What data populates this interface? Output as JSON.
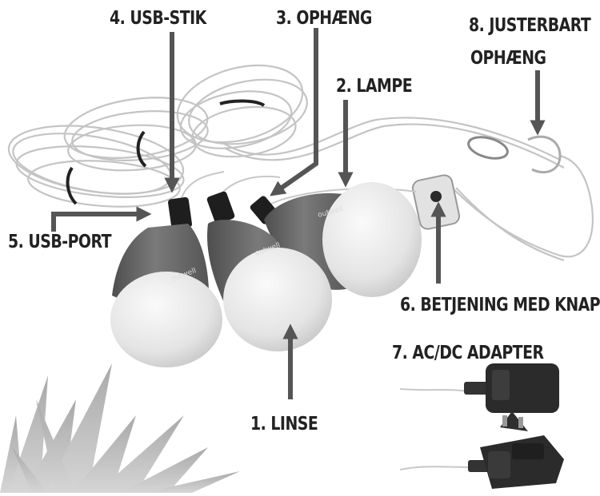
{
  "labels": {
    "usb_stik": "4. USB-STIK",
    "ophaeng": "3. OPHÆNG",
    "justerbart_line1": "8. JUSTERBART",
    "justerbart_line2": "OPHÆNG",
    "lampe": "2. LAMPE",
    "usb_port": "5. USB-PORT",
    "betjening": "6. BETJENING MED KNAP",
    "adapter": "7. AC/DC ADAPTER",
    "linse": "1. LINSE"
  },
  "product": {
    "brand_mark": "outwell"
  },
  "colors": {
    "label_text": "#222222",
    "arrow": "#555555",
    "bulb_body": "#6e6e6e",
    "bulb_lens": "#ebebeb",
    "cable": "#c9c9c9",
    "adapter": "#2b2b2b"
  }
}
